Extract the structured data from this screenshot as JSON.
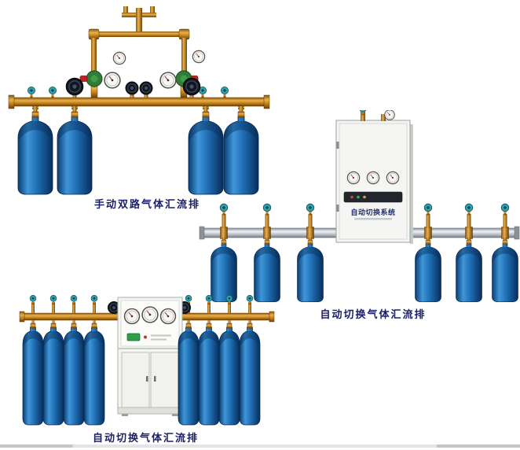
{
  "page": {
    "background": "#ffffff"
  },
  "products": [
    {
      "id": "manual-dual-manifold",
      "caption": "手动双路气体汇流排",
      "cylinder_count": 4,
      "gauge_count": 4,
      "regulator_count": 2
    },
    {
      "id": "auto-switch-manifold-wall-cabinet",
      "caption": "自动切换气体汇流排",
      "cabinet_label": "自动切换系统",
      "cylinder_count": 6,
      "gauge_count": 3
    },
    {
      "id": "auto-switch-manifold-floor-cabinet",
      "caption": "自动切换气体汇流排",
      "cylinder_count": 8,
      "gauge_count": 3
    }
  ],
  "colors": {
    "cylinder_blue": "#1f6fb4",
    "brass_pipe": "#c8862a",
    "teal_valve_knob": "#2f9fae",
    "rail_silver": "#c9ced2",
    "cabinet_white": "#f4f5f2",
    "caption_text": "#1b2068",
    "regulator_green": "#2f7d36",
    "regulator_red": "#c22222"
  }
}
